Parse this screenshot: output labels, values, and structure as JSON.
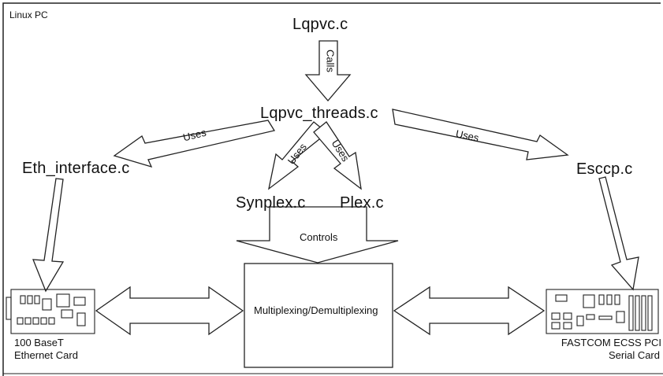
{
  "frame": {
    "label": "Linux PC"
  },
  "modules": {
    "lqpvc": "Lqpvc.c",
    "lqpvc_threads": "Lqpvc_threads.c",
    "eth_interface": "Eth_interface.c",
    "esccp": "Esccp.c",
    "synplex": "Synplex.c",
    "plex": "Plex.c"
  },
  "relations": {
    "calls": "Calls",
    "uses_left": "Uses",
    "uses_right": "Uses",
    "uses_synplex": "Uses",
    "uses_plex": "Uses",
    "controls": "Controls"
  },
  "center_box": {
    "label": "Multiplexing/Demultiplexing"
  },
  "cards": {
    "ethernet_line1": "100 BaseT",
    "ethernet_line2": "Ethernet Card",
    "serial_line1": "FASTCOM ECSS PCI",
    "serial_line2": "Serial Card"
  }
}
